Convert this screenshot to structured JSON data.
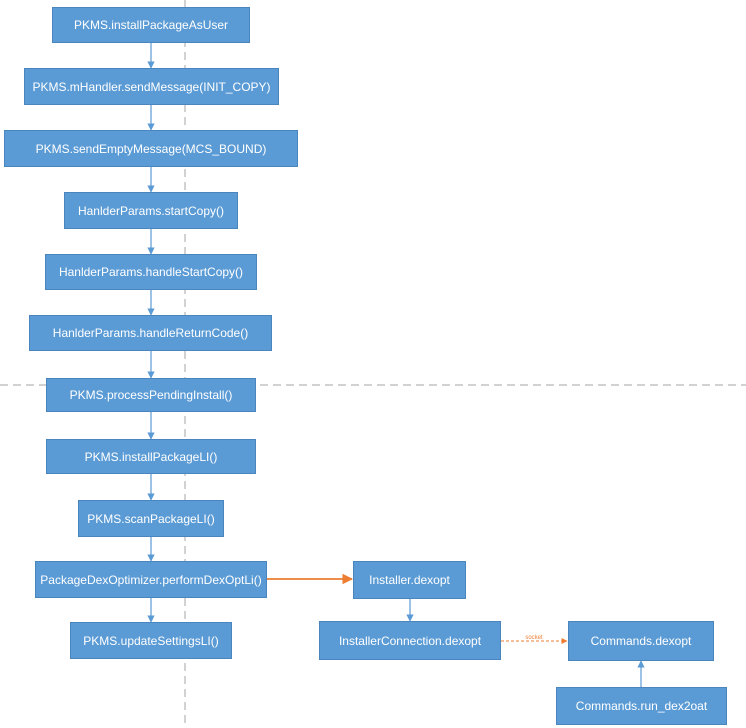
{
  "colors": {
    "box_fill": "#5b9bd5",
    "box_border": "#4a86bd",
    "box_text": "#ffffff",
    "arrow": "#5b9bd5",
    "highlight_arrow": "#ed7d31",
    "divider": "#a6a6a6"
  },
  "nodes": {
    "install_package_as_user": "PKMS.installPackageAsUser",
    "send_message_init_copy": "PKMS.mHandler.sendMessage(INIT_COPY)",
    "send_empty_message_mcs_bound": "PKMS.sendEmptyMessage(MCS_BOUND)",
    "start_copy": "HanlderParams.startCopy()",
    "handle_start_copy": "HanlderParams.handleStartCopy()",
    "handle_return_code": "HanlderParams.handleReturnCode()",
    "process_pending_install": "PKMS.processPendingInstall()",
    "install_package_li": "PKMS.installPackageLI()",
    "scan_package_li": "PKMS.scanPackageLI()",
    "perform_dex_opt_li": "PackageDexOptimizer.performDexOptLi()",
    "update_settings_li": "PKMS.updateSettingsLI()",
    "installer_dexopt": "Installer.dexopt",
    "installer_connection_dexopt": "InstallerConnection.dexopt",
    "commands_dexopt": "Commands.dexopt",
    "commands_run_dex2oat": "Commands.run_dex2oat"
  },
  "edges": {
    "socket_label": "socket"
  }
}
